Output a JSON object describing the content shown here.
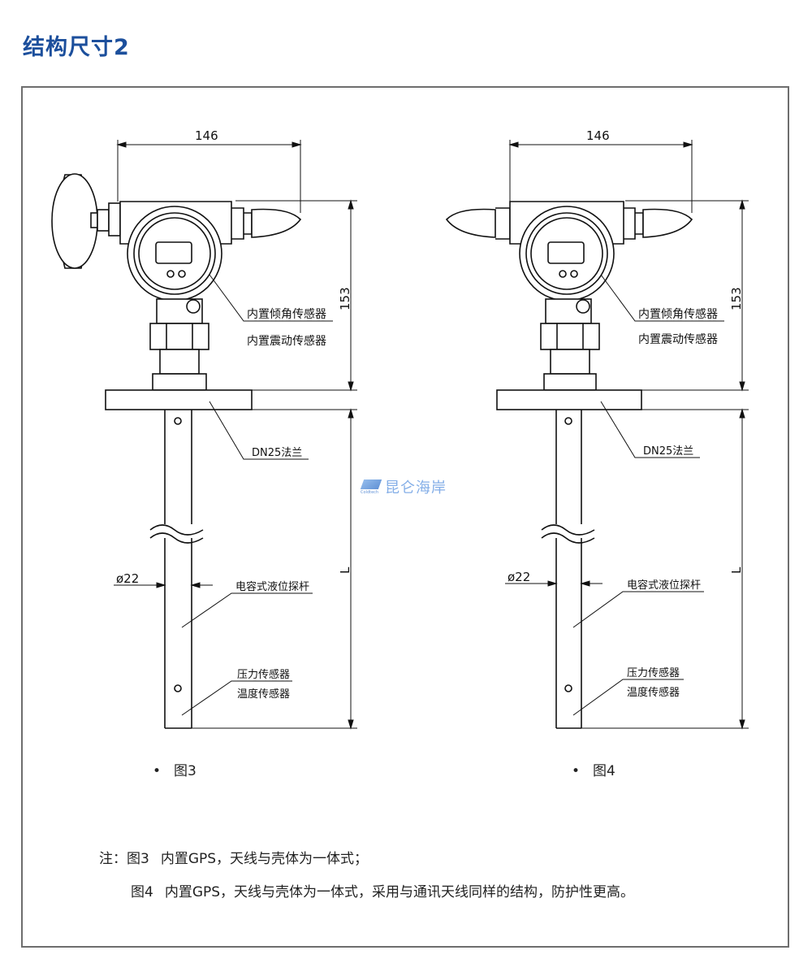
{
  "title": "结构尺寸2",
  "logo": {
    "text": "昆仑海岸",
    "sub": "Coldtech"
  },
  "figures": [
    {
      "caption": "图3",
      "dims": {
        "width": "146",
        "height": "153",
        "diameter": "ø22",
        "length": "L"
      },
      "labels": {
        "tilt": "内置倾角传感器",
        "vibration": "内置震动传感器",
        "flange": "DN25法兰",
        "probe": "电容式液位探杆",
        "pressure": "压力传感器",
        "temperature": "温度传感器"
      }
    },
    {
      "caption": "图4",
      "dims": {
        "width": "146",
        "height": "153",
        "diameter": "ø22",
        "length": "L"
      },
      "labels": {
        "tilt": "内置倾角传感器",
        "vibration": "内置震动传感器",
        "flange": "DN25法兰",
        "probe": "电容式液位探杆",
        "pressure": "压力传感器",
        "temperature": "温度传感器"
      }
    }
  ],
  "notes": {
    "prefix": "注：",
    "line1_fig": "图3",
    "line1_text": "内置GPS，天线与壳体为一体式；",
    "line2_fig": "图4",
    "line2_text": "内置GPS，天线与壳体为一体式，采用与通讯天线同样的结构，防护性更高。"
  },
  "colors": {
    "title": "#1c4f9c",
    "frame": "#6e6e6e",
    "line": "#111111"
  }
}
